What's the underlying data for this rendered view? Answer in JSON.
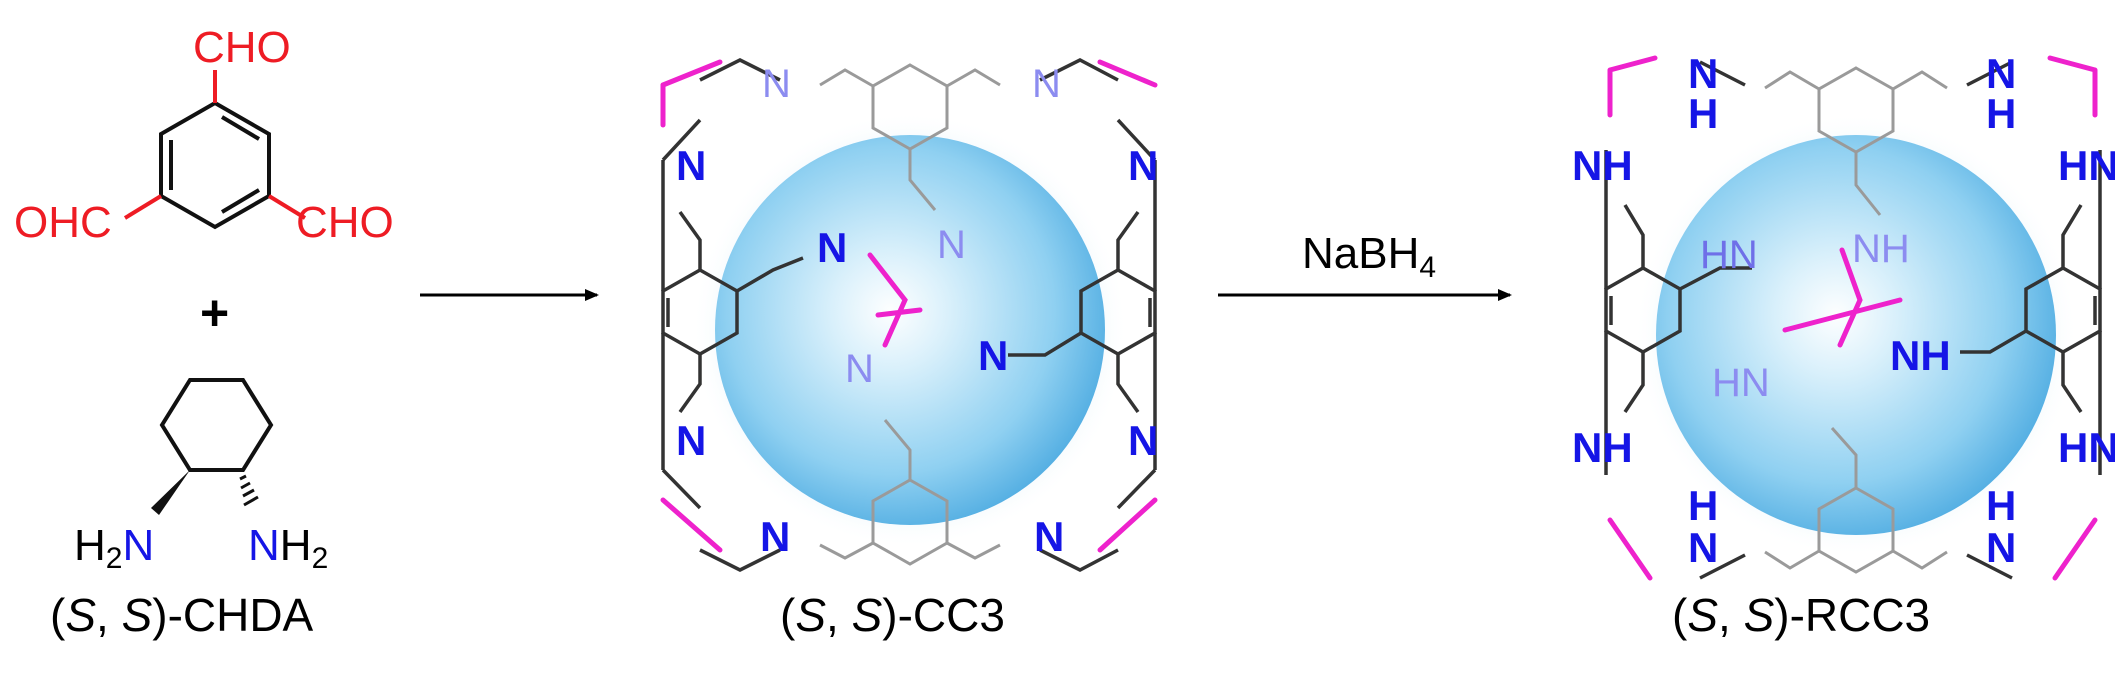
{
  "reactant_aldehyde": {
    "substituent_top": "CHO",
    "substituent_left": "OHC",
    "substituent_right": "CHO",
    "color": "#ee1c24"
  },
  "plus_sign": "+",
  "reactant_diamine": {
    "amine_left_prefix": "H",
    "amine_left_suffix": "N",
    "amine_left_sub": "2",
    "amine_right_prefix": "N",
    "amine_right_suffix": "H",
    "amine_right_sub": "2",
    "color": "#1515e6"
  },
  "arrow_1_reagent": "",
  "arrow_2_reagent": {
    "text": "NaBH",
    "sub": "4"
  },
  "cage_cc3": {
    "imine_label": "N"
  },
  "cage_rcc3": {
    "amine_label": "NH",
    "amine_label_rev": "HN",
    "h_label": "H",
    "n_label": "N"
  },
  "captions": {
    "chda": {
      "open": "(",
      "s1": "S",
      "comma": ", ",
      "s2": "S",
      "rest": ")-CHDA"
    },
    "cc3": {
      "open": "(",
      "s1": "S",
      "comma": ", ",
      "s2": "S",
      "rest": ")-CC3"
    },
    "rcc3": {
      "open": "(",
      "s1": "S",
      "comma": ", ",
      "s2": "S",
      "rest": ")-RCC3"
    }
  },
  "colors": {
    "bond": "#333333",
    "faint_bond": "#999999",
    "pink": "#ee22cc",
    "nitrogen": "#1515e6",
    "faint_n": "#8c8cf0",
    "sphere": "#7cc6ee"
  }
}
